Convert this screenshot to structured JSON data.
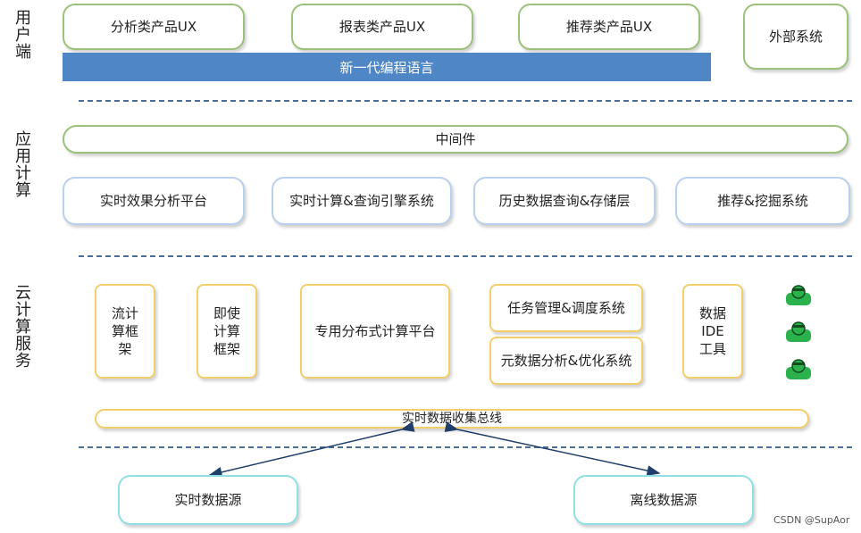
{
  "layers": {
    "user": "用户端",
    "app": "应用计算",
    "cloud": "云计算服务"
  },
  "user_layer": {
    "analysis_ux": "分析类产品UX",
    "report_ux": "报表类产品UX",
    "recommend_ux": "推荐类产品UX",
    "external": "外部系统",
    "language_banner": "新一代编程语言"
  },
  "app_layer": {
    "middleware": "中间件",
    "realtime_analysis": "实时效果分析平台",
    "realtime_query": "实时计算&查询引擎系统",
    "history_storage": "历史数据查询&存储层",
    "recommend_mining": "推荐&挖掘系统"
  },
  "cloud_layer": {
    "stream_framework": "流计算框架",
    "adhoc_framework": "即使计算框架",
    "distributed_platform": "专用分布式计算平台",
    "task_management": "任务管理&调度系统",
    "metadata_analysis": "元数据分析&优化系统",
    "data_ide": "数据IDE工具",
    "collection_bus": "实时数据收集总线",
    "user_icons": [
      "user-icon",
      "user-icon",
      "user-icon"
    ]
  },
  "sources": {
    "realtime": "实时数据源",
    "offline": "离线数据源"
  },
  "watermark": "CSDN @SupAor",
  "colors": {
    "banner": "#4f86c6",
    "green_border": "#9bc27a",
    "blue_border": "#b9d1ec",
    "yellow_border": "#f2cf6a",
    "cyan_border": "#8fe0e6",
    "dash": "#4a6e96",
    "person_icon": "#2bb24c"
  }
}
